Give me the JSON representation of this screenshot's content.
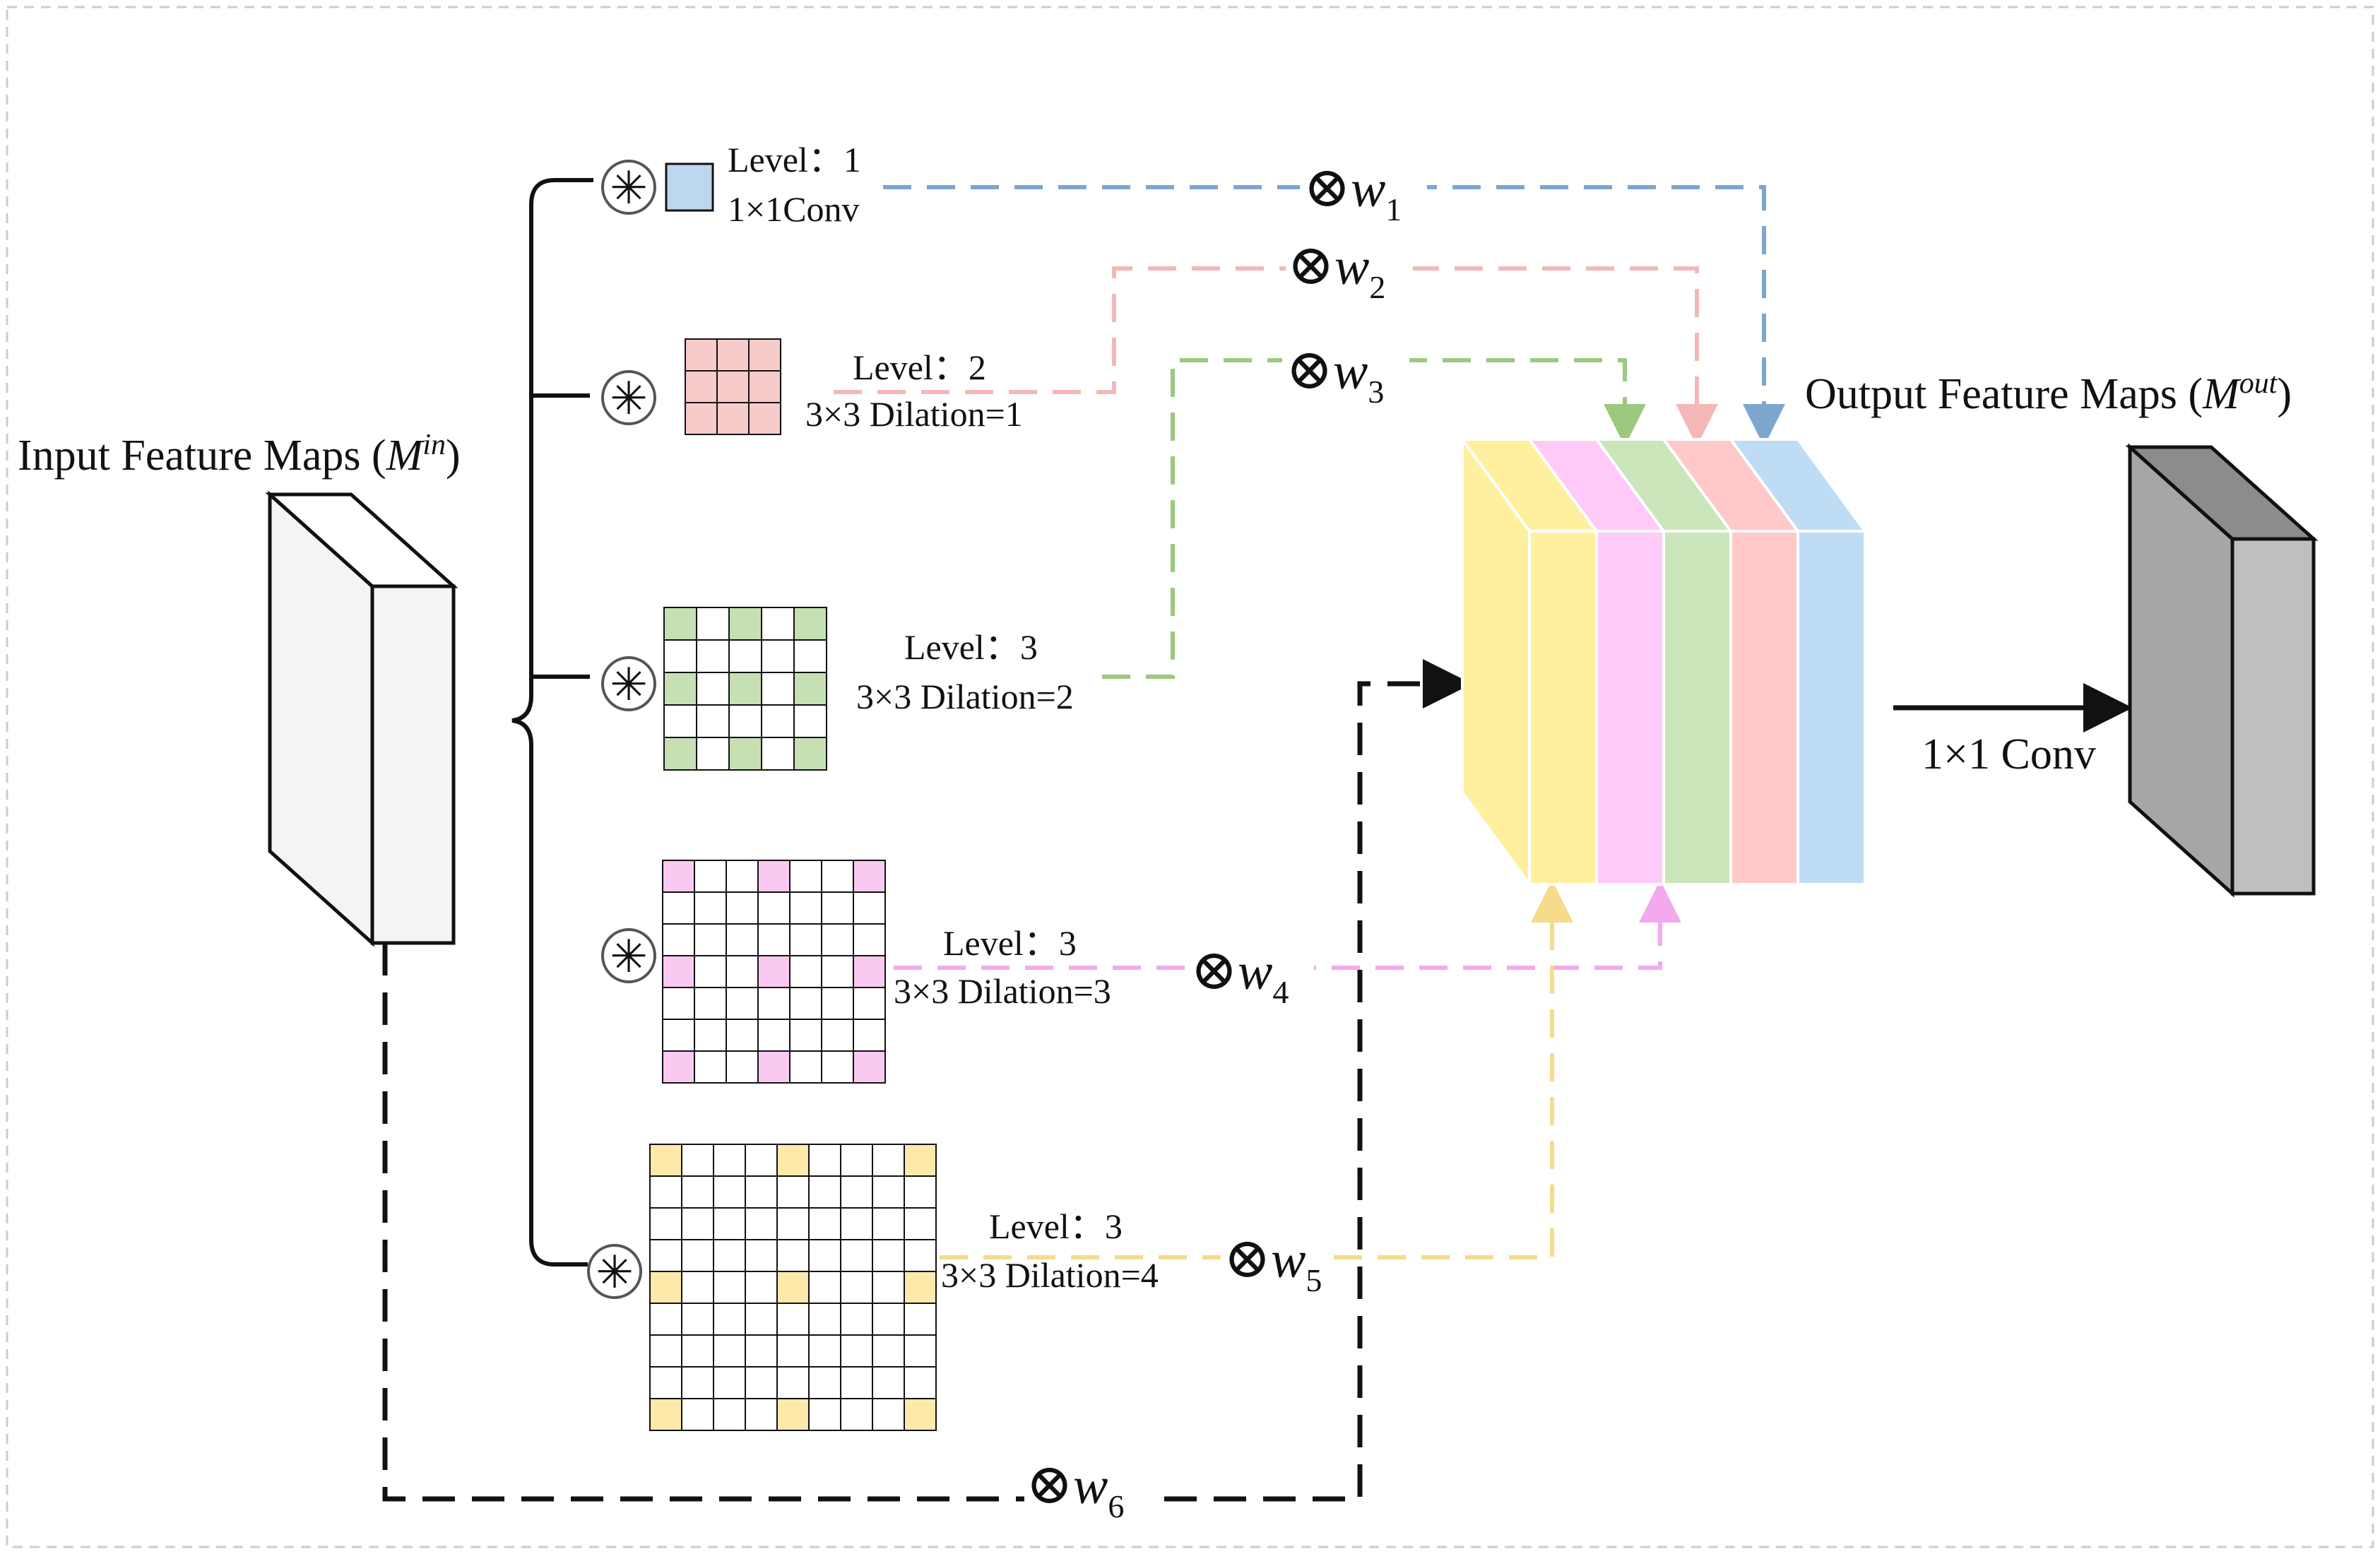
{
  "input_label": {
    "prefix": "Input Feature Maps (",
    "sym": "M",
    "sup": "in",
    "suffix": ")"
  },
  "output_label": {
    "prefix": "Output Feature Maps (",
    "sym": "M",
    "sup": "out",
    "suffix": ")"
  },
  "final_conv_label": "1×1 Conv",
  "branches": [
    {
      "level": "Level：1",
      "conv": "1×1Conv",
      "weight_sym": "w",
      "weight_sub": "1",
      "color": "#bdd7ee"
    },
    {
      "level": "Level：2",
      "conv": "3×3 Dilation=1",
      "weight_sym": "w",
      "weight_sub": "2",
      "color": "#f8cbcb"
    },
    {
      "level": "Level：3",
      "conv": "3×3 Dilation=2",
      "weight_sym": "w",
      "weight_sub": "3",
      "color": "#c6e0b4"
    },
    {
      "level": "Level：3",
      "conv": "3×3 Dilation=3",
      "weight_sym": "w",
      "weight_sub": "4",
      "color": "#f9c9f2"
    },
    {
      "level": "Level：3",
      "conv": "3×3 Dilation=4",
      "weight_sym": "w",
      "weight_sub": "5",
      "color": "#fde9a9"
    }
  ],
  "skip": {
    "weight_sym": "w",
    "weight_sub": "6",
    "color": "#111111"
  },
  "otimes_symbol": "⊗",
  "conv_symbol": "✳",
  "colors": {
    "branch1": "#7da6cf",
    "branch2": "#f4b8b8",
    "branch3": "#9cc97f",
    "branch4": "#f2a9ee",
    "branch5": "#f6db8a",
    "skip": "#111111",
    "input_map": "#f4f4f4",
    "output_map": "#bfbfbf",
    "concat_yellow": "#fff0a0",
    "concat_pink": "#ffcaf7",
    "concat_green": "#cbe6bb",
    "concat_red": "#ffc9c9",
    "concat_blue": "#bfdcf5"
  }
}
